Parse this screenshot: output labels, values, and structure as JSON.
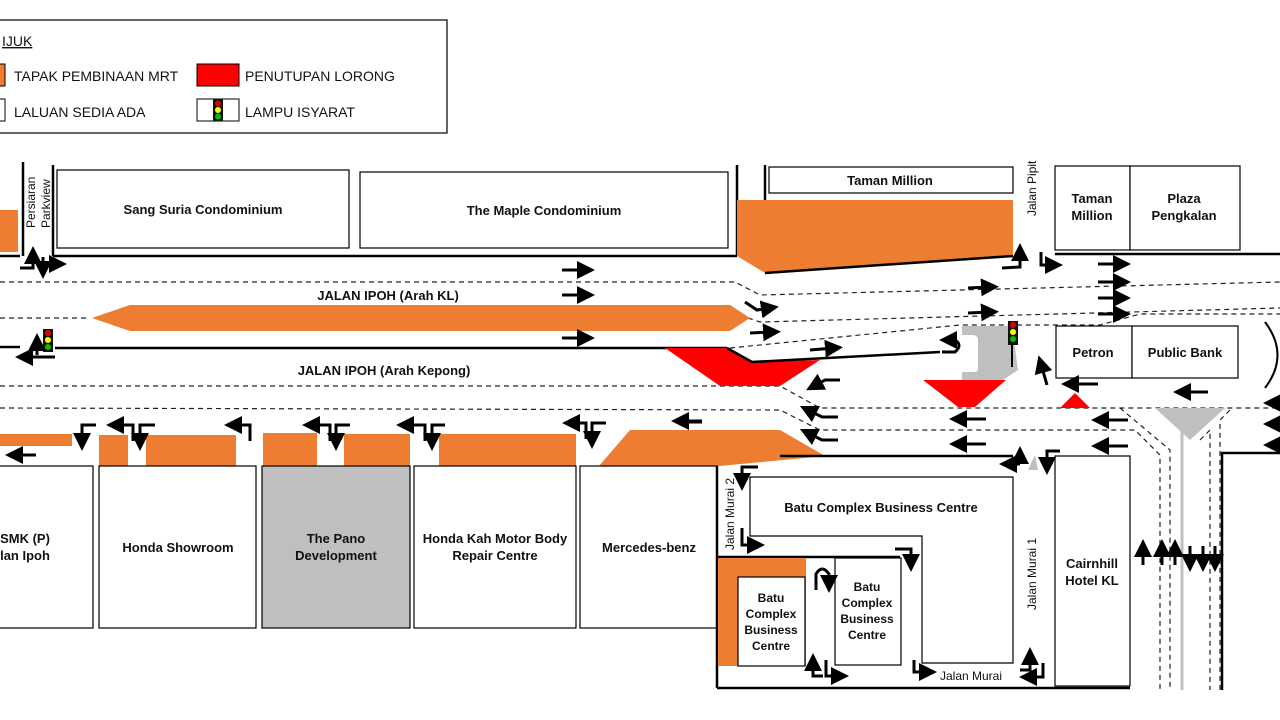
{
  "legend": {
    "title": "IJUK",
    "items": [
      {
        "label": "TAPAK PEMBINAAN  MRT",
        "color": "#ED7D31"
      },
      {
        "label": "PENUTUPAN  LORONG",
        "color": "#FF0000"
      },
      {
        "label": "LALUAN  SEDIA ADA",
        "color": "#FFFFFF"
      },
      {
        "label": "LAMPU  ISYARAT",
        "icon": "traffic-light-icon"
      }
    ]
  },
  "colors": {
    "mrt_site": "#ED7D31",
    "lane_closure": "#FF0000",
    "grey_area": "#BFBFBF",
    "signal_red": "#E00000",
    "signal_yellow": "#FFFF00",
    "signal_green": "#00C000"
  },
  "roads": {
    "persiaran_line1": "Persiaran",
    "persiaran_line2": "Parkview",
    "jalan_ipoh_kl": "JALAN IPOH (Arah KL)",
    "jalan_ipoh_kepong": "JALAN IPOH (Arah Kepong)",
    "jalan_pipit": "Jalan Pipit",
    "jalan_murai_2": "Jalan Murai 2",
    "jalan_murai_1": "Jalan Murai 1",
    "jalan_murai": "Jalan Murai"
  },
  "buildings": {
    "sang_suria": "Sang Suria Condominium",
    "maple": "The Maple Condominium",
    "taman_million_top": "Taman Million",
    "taman_million_l1": "Taman",
    "taman_million_l2": "Million",
    "plaza_l1": "Plaza",
    "plaza_l2": "Pengkalan",
    "petron": "Petron",
    "public_bank": "Public Bank",
    "smk_l1": "SMK (P)",
    "smk_l2": "lan Ipoh",
    "honda_showroom": "Honda Showroom",
    "pano_l1": "The Pano",
    "pano_l2": "Development",
    "honda_kah_l1": "Honda Kah Motor Body",
    "honda_kah_l2": "Repair Centre",
    "mercedes": "Mercedes-benz",
    "batu_main": "Batu Complex Business Centre",
    "batu_small": [
      "Batu",
      "Complex",
      "Business",
      "Centre"
    ],
    "cairnhill_l1": "Cairnhill",
    "cairnhill_l2": "Hotel KL"
  }
}
